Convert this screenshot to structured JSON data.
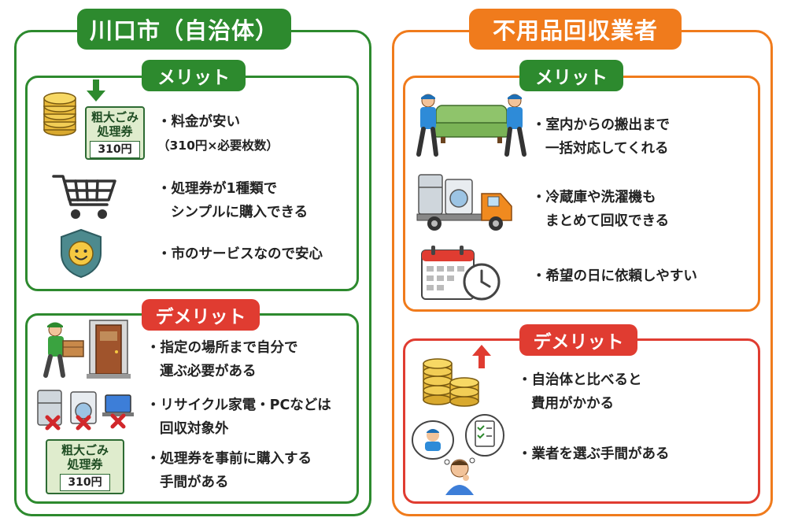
{
  "colors": {
    "green": "#2d8a2e",
    "orange": "#f07b1c",
    "red": "#e03c31"
  },
  "left": {
    "title": "川口市（自治体）",
    "merit_label": "メリット",
    "merits": [
      {
        "icon": "coins-and-ticket-icon",
        "lines": [
          "・料金が安い",
          "（310円×必要枚数）"
        ]
      },
      {
        "icon": "shopping-cart-icon",
        "lines": [
          "・処理券が1種類で",
          "シンプルに購入できる"
        ]
      },
      {
        "icon": "smiley-shield-icon",
        "lines": [
          "・市のサービスなので安心"
        ]
      }
    ],
    "demerit_label": "デメリット",
    "demerits": [
      {
        "icon": "person-carrying-box-icon",
        "lines": [
          "・指定の場所まで自分で",
          "運ぶ必要がある"
        ]
      },
      {
        "icon": "appliances-crossed-icon",
        "lines": [
          "・リサイクル家電・PCなどは",
          "回収対象外"
        ]
      },
      {
        "icon": "ticket-icon",
        "lines": [
          "・処理券を事前に購入する",
          "手間がある"
        ]
      }
    ],
    "ticket": {
      "line1": "粗大ごみ",
      "line2": "処理券",
      "price": "310円"
    }
  },
  "right": {
    "title": "不用品回収業者",
    "merit_label": "メリット",
    "merits": [
      {
        "icon": "movers-carrying-sofa-icon",
        "lines": [
          "・室内からの搬出まで",
          "一括対応してくれる"
        ]
      },
      {
        "icon": "truck-with-appliances-icon",
        "lines": [
          "・冷蔵庫や洗濯機も",
          "まとめて回収できる"
        ]
      },
      {
        "icon": "calendar-clock-icon",
        "lines": [
          "・希望の日に依頼しやすい"
        ]
      }
    ],
    "demerit_label": "デメリット",
    "demerits": [
      {
        "icon": "coins-rising-icon",
        "lines": [
          "・自治体と比べると",
          "費用がかかる"
        ]
      },
      {
        "icon": "thinking-person-icon",
        "lines": [
          "・業者を選ぶ手間がある"
        ]
      }
    ]
  }
}
